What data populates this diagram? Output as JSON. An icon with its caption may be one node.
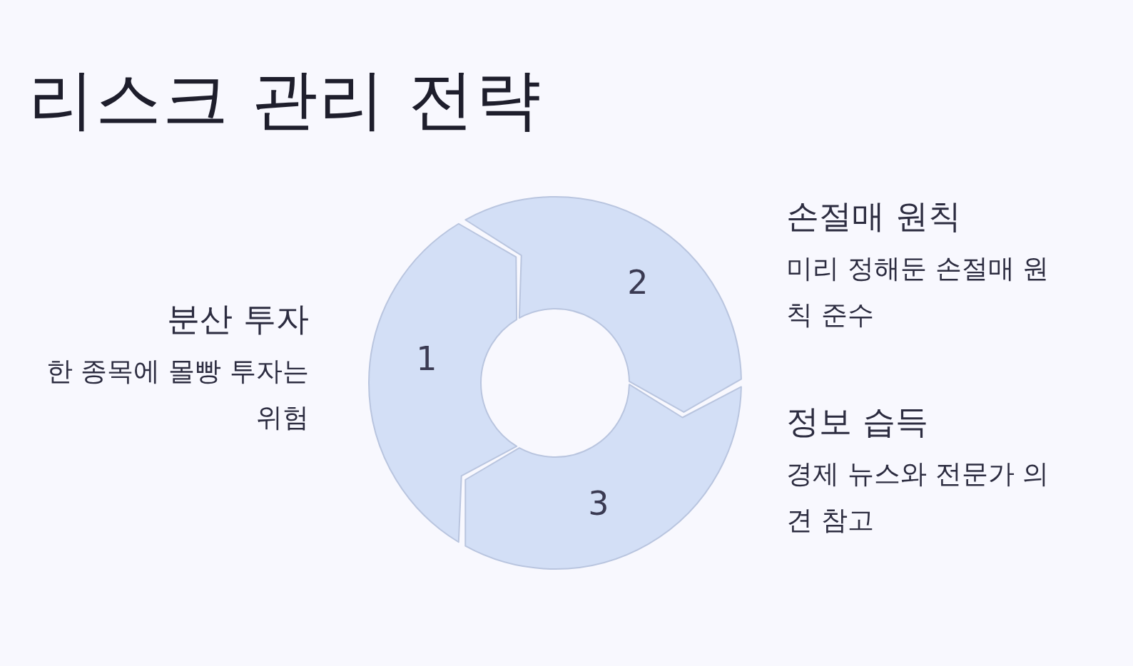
{
  "diagram": {
    "title": "리스크 관리 전략",
    "nodes": [
      {
        "text": [
          "1"
        ],
        "beside": [
          "분산 투자",
          "한 종목에 몰빵 투자는 위험"
        ]
      },
      {
        "text": [
          "2"
        ],
        "beside": [
          "손절매 원칙",
          "미리 정해둔 손절매 원칙 준수"
        ]
      },
      {
        "text": [
          "3"
        ],
        "beside": [
          "정보 습득",
          "경제 뉴스와 전문가 의견 참고"
        ]
      }
    ]
  }
}
